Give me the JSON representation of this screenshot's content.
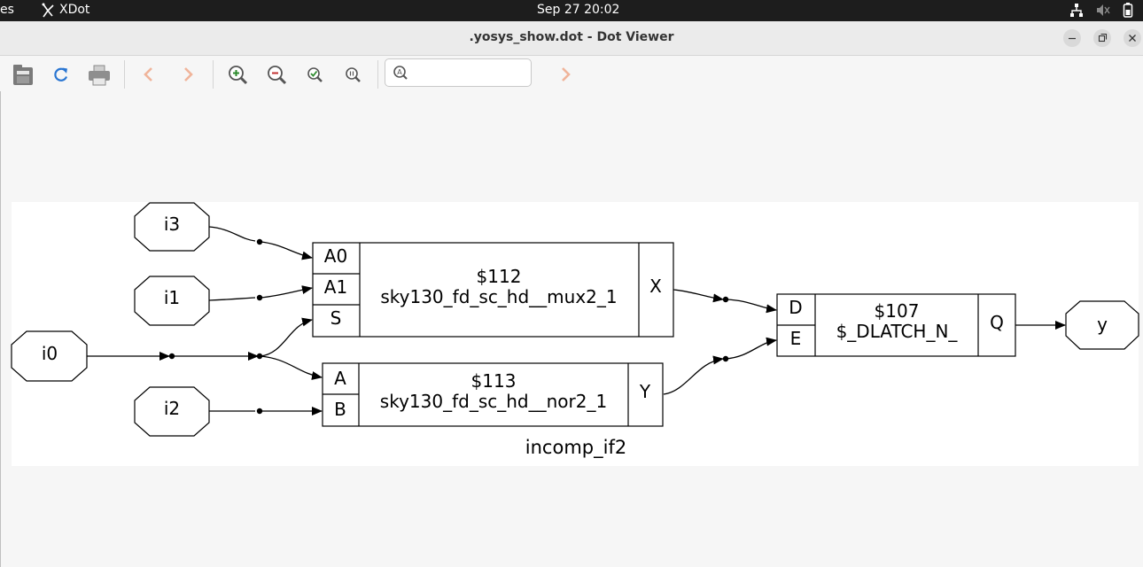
{
  "topbar": {
    "activities_fragment": "es",
    "app_name": "XDot",
    "clock": "Sep 27  20:02"
  },
  "window": {
    "title": ".yosys_show.dot - Dot Viewer"
  },
  "toolbar": {
    "search_value": ""
  },
  "graph": {
    "module_label": "incomp_if2",
    "inputs": {
      "i3": "i3",
      "i1": "i1",
      "i0": "i0",
      "i2": "i2"
    },
    "output": "y",
    "cells": {
      "mux": {
        "id": "$112",
        "type": "sky130_fd_sc_hd__mux2_1",
        "ports_in": [
          "A0",
          "A1",
          "S"
        ],
        "port_out": "X"
      },
      "nor": {
        "id": "$113",
        "type": "sky130_fd_sc_hd__nor2_1",
        "ports_in": [
          "A",
          "B"
        ],
        "port_out": "Y"
      },
      "latch": {
        "id": "$107",
        "type": "$_DLATCH_N_",
        "ports_in": [
          "D",
          "E"
        ],
        "port_out": "Q"
      }
    }
  }
}
